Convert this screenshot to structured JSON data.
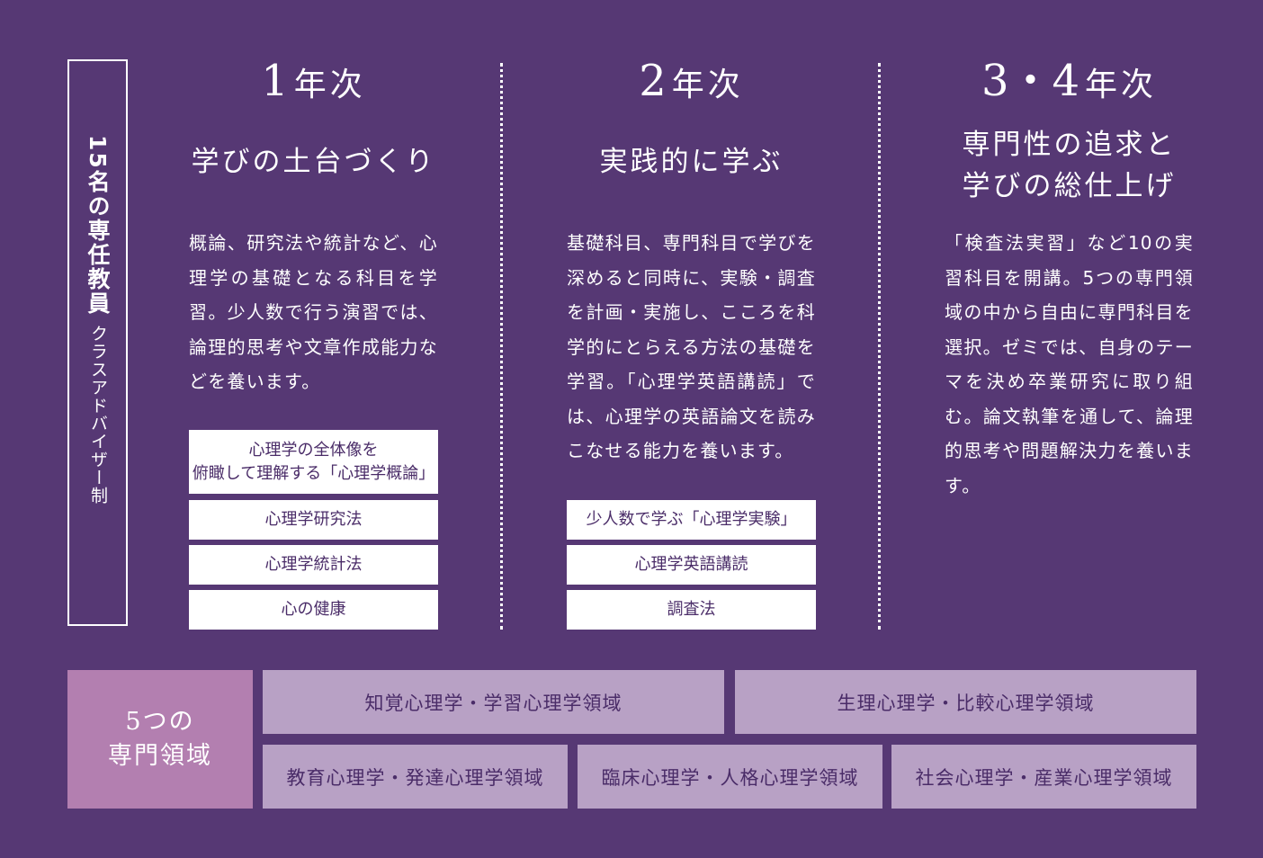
{
  "sidebar": {
    "strong": "15名の専任教員",
    "small": "クラスアドバイザー制"
  },
  "columns": [
    {
      "year_num": "1",
      "year_suffix": "年次",
      "subtitle_lines": [
        "学びの土台づくり"
      ],
      "body": "概論、研究法や統計など、心理学の基礎となる科目を学習。少人数で行う演習では、論理的思考や文章作成能力などを養います。",
      "courses": [
        {
          "lines": [
            "心理学の全体像を",
            "俯瞰して理解する「心理学概論」"
          ]
        },
        {
          "lines": [
            "心理学研究法"
          ]
        },
        {
          "lines": [
            "心理学統計法"
          ]
        },
        {
          "lines": [
            "心の健康"
          ]
        }
      ]
    },
    {
      "year_num": "2",
      "year_suffix": "年次",
      "subtitle_lines": [
        "実践的に学ぶ"
      ],
      "body": "基礎科目、専門科目で学びを深めると同時に、実験・調査を計画・実施し、こころを科学的にとらえる方法の基礎を学習。「心理学英語講読」では、心理学の英語論文を読みこなせる能力を養います。",
      "courses": [
        {
          "lines": [
            "少人数で学ぶ「心理学実験」"
          ]
        },
        {
          "lines": [
            "心理学英語講読"
          ]
        },
        {
          "lines": [
            "調査法"
          ]
        }
      ]
    },
    {
      "year_num": "3・4",
      "year_suffix": "年次",
      "subtitle_lines": [
        "専門性の追求と",
        "学びの総仕上げ"
      ],
      "body": "「検査法実習」など10の実習科目を開講。5つの専門領域の中から自由に専門科目を選択。ゼミでは、自身のテーマを決め卒業研究に取り組む。論文執筆を通して、論理的思考や問題解決力を養います。",
      "courses": []
    }
  ],
  "areas": {
    "title_lines": [
      "5つの",
      "専門領域"
    ],
    "row1": [
      "知覚心理学・学習心理学領域",
      "生理心理学・比較心理学領域"
    ],
    "row2": [
      "教育心理学・発達心理学領域",
      "臨床心理学・人格心理学領域",
      "社会心理学・産業心理学領域"
    ]
  },
  "colors": {
    "background": "#563874",
    "area_main": "#b37fb0",
    "area": "#b8a1c5",
    "text_dark": "#4a2c68"
  }
}
